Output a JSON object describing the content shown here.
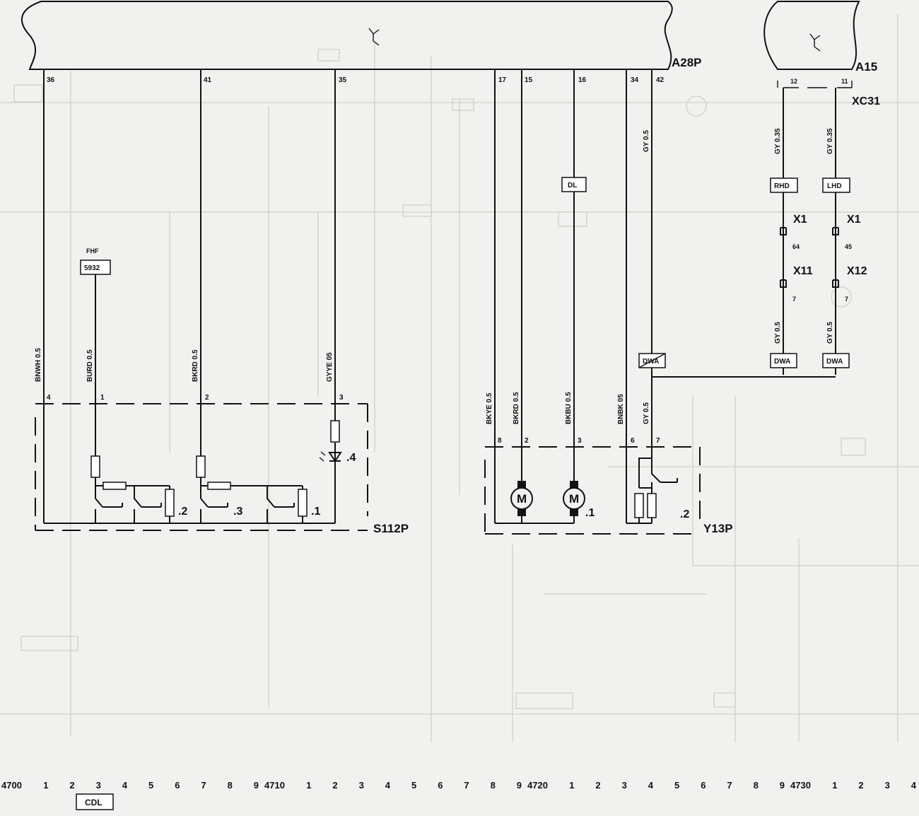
{
  "modules": {
    "a28p": "A28P",
    "a15": "A15",
    "xc31": "XC31",
    "s112p": "S112P",
    "y13p": "Y13P"
  },
  "a28p_pins": {
    "p36": "36",
    "p41": "41",
    "p35": "35",
    "p17": "17",
    "p15": "15",
    "p16": "16",
    "p34": "34",
    "p42": "42"
  },
  "a15_pins": {
    "p12": "12",
    "p11": "11"
  },
  "wires": {
    "bnwh": "BNWH 0.5",
    "burd": "BURD 0.5",
    "bkrd_s": "BKRD 0.5",
    "gyye": "GYYE 05",
    "bkye": "BKYE 0.5",
    "bkrd_m": "BKRD 0.5",
    "bkbu": "BKBU 0.5",
    "bnbk": "BNBK 05",
    "gy05_a": "GY 0.5",
    "gy05_b": "GY 0.5",
    "gy035_l": "GY 0.35",
    "gy035_r": "GY 0.35",
    "gy05_l": "GY 0.5",
    "gy05_r": "GY 0.5"
  },
  "refs": {
    "fhf": "FHF",
    "fhf_code": "5932",
    "dl": "DL",
    "dwa_main": "DWA",
    "dwa_left": "DWA",
    "dwa_right": "DWA",
    "rhd": "RHD",
    "lhd": "LHD",
    "cdl": "CDL"
  },
  "connectors": {
    "x1_left": "X1",
    "x1_right": "X1",
    "x11": "X11",
    "x12": "X12",
    "pin_64": "64",
    "pin_45": "45",
    "pin_7_left": "7",
    "pin_7_right": "7"
  },
  "s112p_pins": {
    "p4": "4",
    "p1": "1",
    "p2": "2",
    "p3": "3"
  },
  "s112p_subs": {
    "s2": ".2",
    "s3": ".3",
    "s1": ".1",
    "s4": ".4"
  },
  "y13p_pins": {
    "p8": "8",
    "p2": "2",
    "p3": "3",
    "p6": "6",
    "p7": "7"
  },
  "y13p_subs": {
    "s1": ".1",
    "s2": ".2"
  },
  "motor_symbol": "M",
  "ruler": [
    "4700",
    "1",
    "2",
    "3",
    "4",
    "5",
    "6",
    "7",
    "8",
    "9",
    "4710",
    "1",
    "2",
    "3",
    "4",
    "5",
    "6",
    "7",
    "8",
    "9",
    "4720",
    "1",
    "2",
    "3",
    "4",
    "5",
    "6",
    "7",
    "8",
    "9",
    "4730",
    "1",
    "2",
    "3",
    "4"
  ]
}
